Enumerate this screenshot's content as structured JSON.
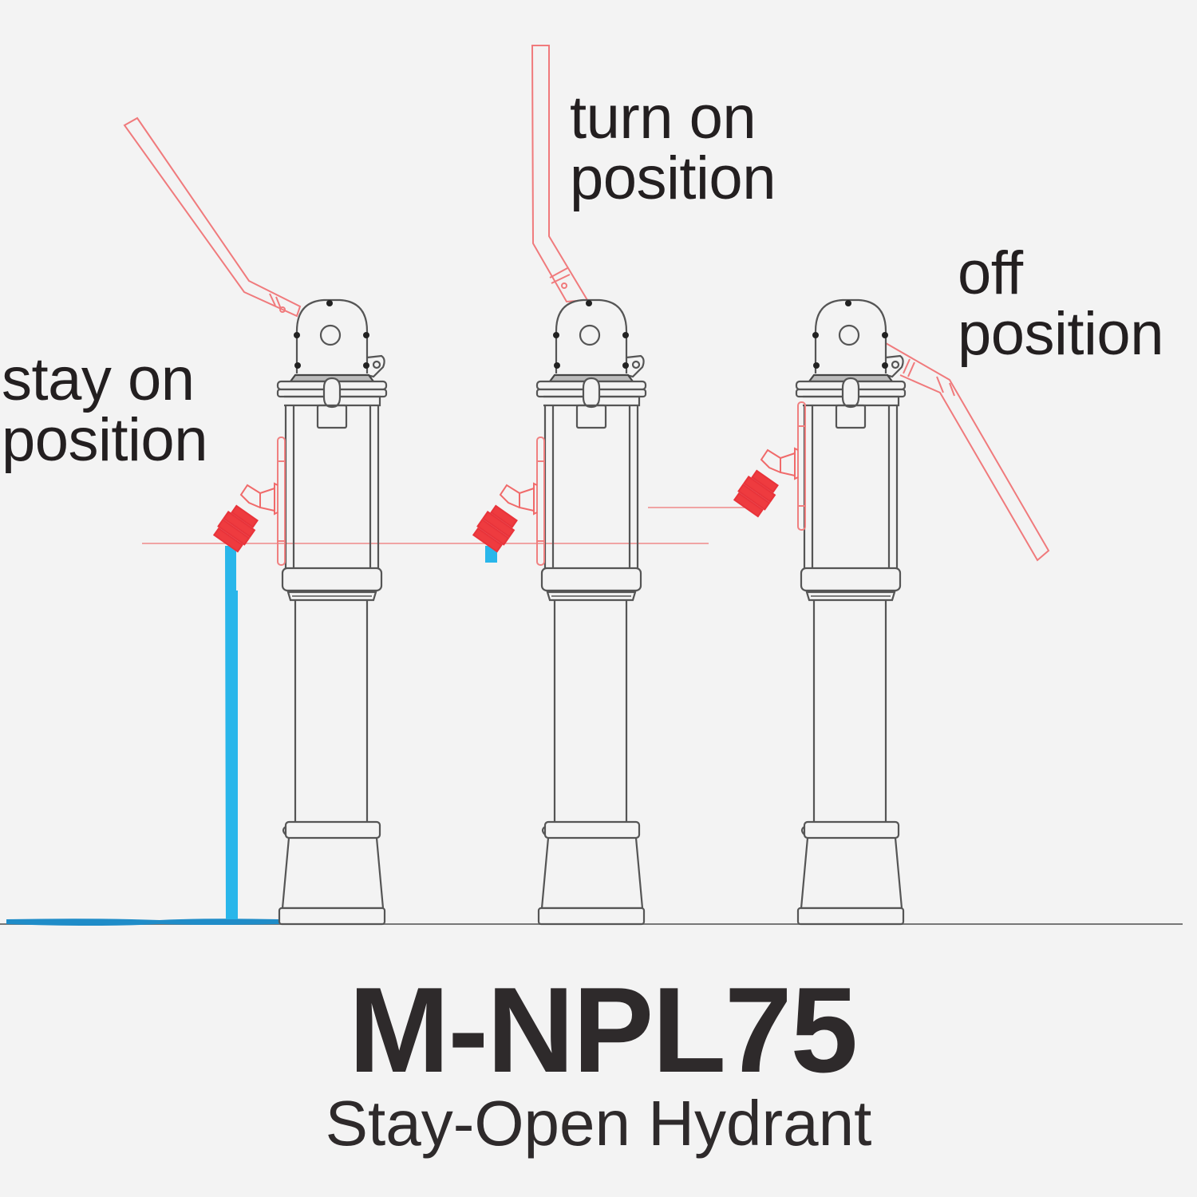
{
  "diagram": {
    "labels": {
      "stay_on": {
        "line1": "stay on",
        "line2": "position"
      },
      "turn_on": {
        "line1": "turn on",
        "line2": "position"
      },
      "off": {
        "line1": "off",
        "line2": "position"
      }
    },
    "title": "M-NPL75",
    "subtitle": "Stay-Open Hydrant",
    "hydrants": [
      {
        "id": "stay-on",
        "handle_state": "angled-up-left",
        "water_flow": "full-stream"
      },
      {
        "id": "turn-on",
        "handle_state": "vertical-up",
        "water_flow": "drip"
      },
      {
        "id": "off",
        "handle_state": "angled-down-right",
        "water_flow": "none"
      }
    ],
    "colors": {
      "background": "#f3f3f3",
      "outline": "#4a4a4a",
      "handle": "#f0787a",
      "nozzle": "#e8333a",
      "water": "#29b6ea",
      "puddle": "#1f8cc8",
      "text": "#231f20"
    }
  }
}
